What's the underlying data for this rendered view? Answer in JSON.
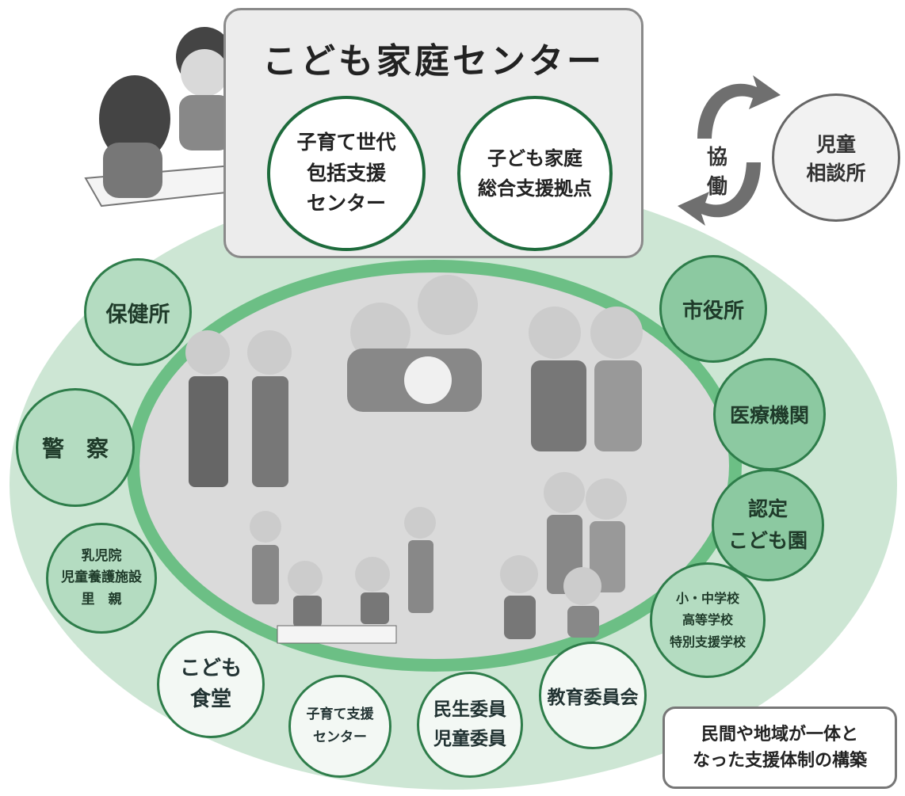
{
  "center": {
    "title": "こども家庭センター",
    "left_circle": [
      "子育て世代",
      "包括支援",
      "センター"
    ],
    "right_circle": [
      "子ども家庭",
      "総合支援拠点"
    ]
  },
  "collaboration": {
    "label": "協 働",
    "partner": [
      "児童",
      "相談所"
    ]
  },
  "surrounding": {
    "hokenjo": "保健所",
    "keisatsu": "警　察",
    "nyujiin": [
      "乳児院",
      "児童養護施設",
      "里　親"
    ],
    "kodomo_shokudo": [
      "こども",
      "食堂"
    ],
    "kosodate_shien": [
      "子育て支援",
      "センター"
    ],
    "minsei": [
      "民生委員",
      "児童委員"
    ],
    "kyoiku": "教育委員会",
    "schools": [
      "小・中学校",
      "高等学校",
      "特別支援学校"
    ],
    "nintei": [
      "認定",
      "こども園"
    ],
    "iryo": "医療機関",
    "shiyakusho": "市役所"
  },
  "caption": [
    "民間や地域が一体と",
    "なった支援体制の構築"
  ],
  "colors": {
    "outer_ellipse": "#cde6d4",
    "inner_ring": "#6cbf85",
    "inner_fill": "#dadada",
    "circle_border": "#2e7d4a",
    "center_border": "#1e6b3c"
  }
}
